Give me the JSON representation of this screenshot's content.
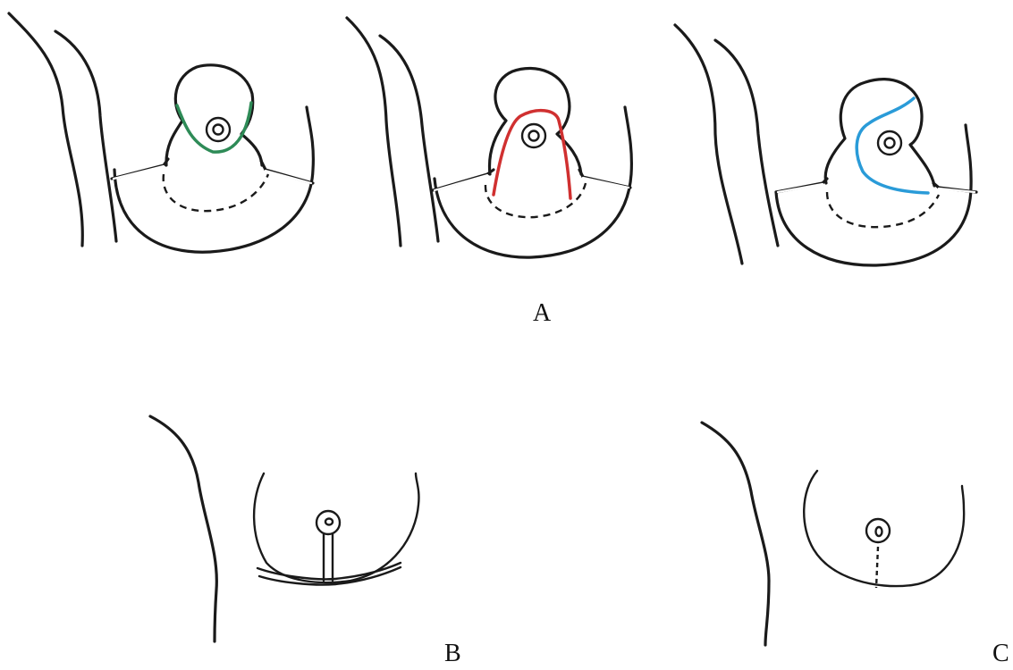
{
  "labels": {
    "panel_a": "A",
    "panel_b": "B",
    "panel_c": "C"
  },
  "colors": {
    "ink": "#1a1a1a",
    "incision_green": "#2e8b57",
    "incision_red": "#d03030",
    "incision_blue": "#2a9bd8"
  }
}
